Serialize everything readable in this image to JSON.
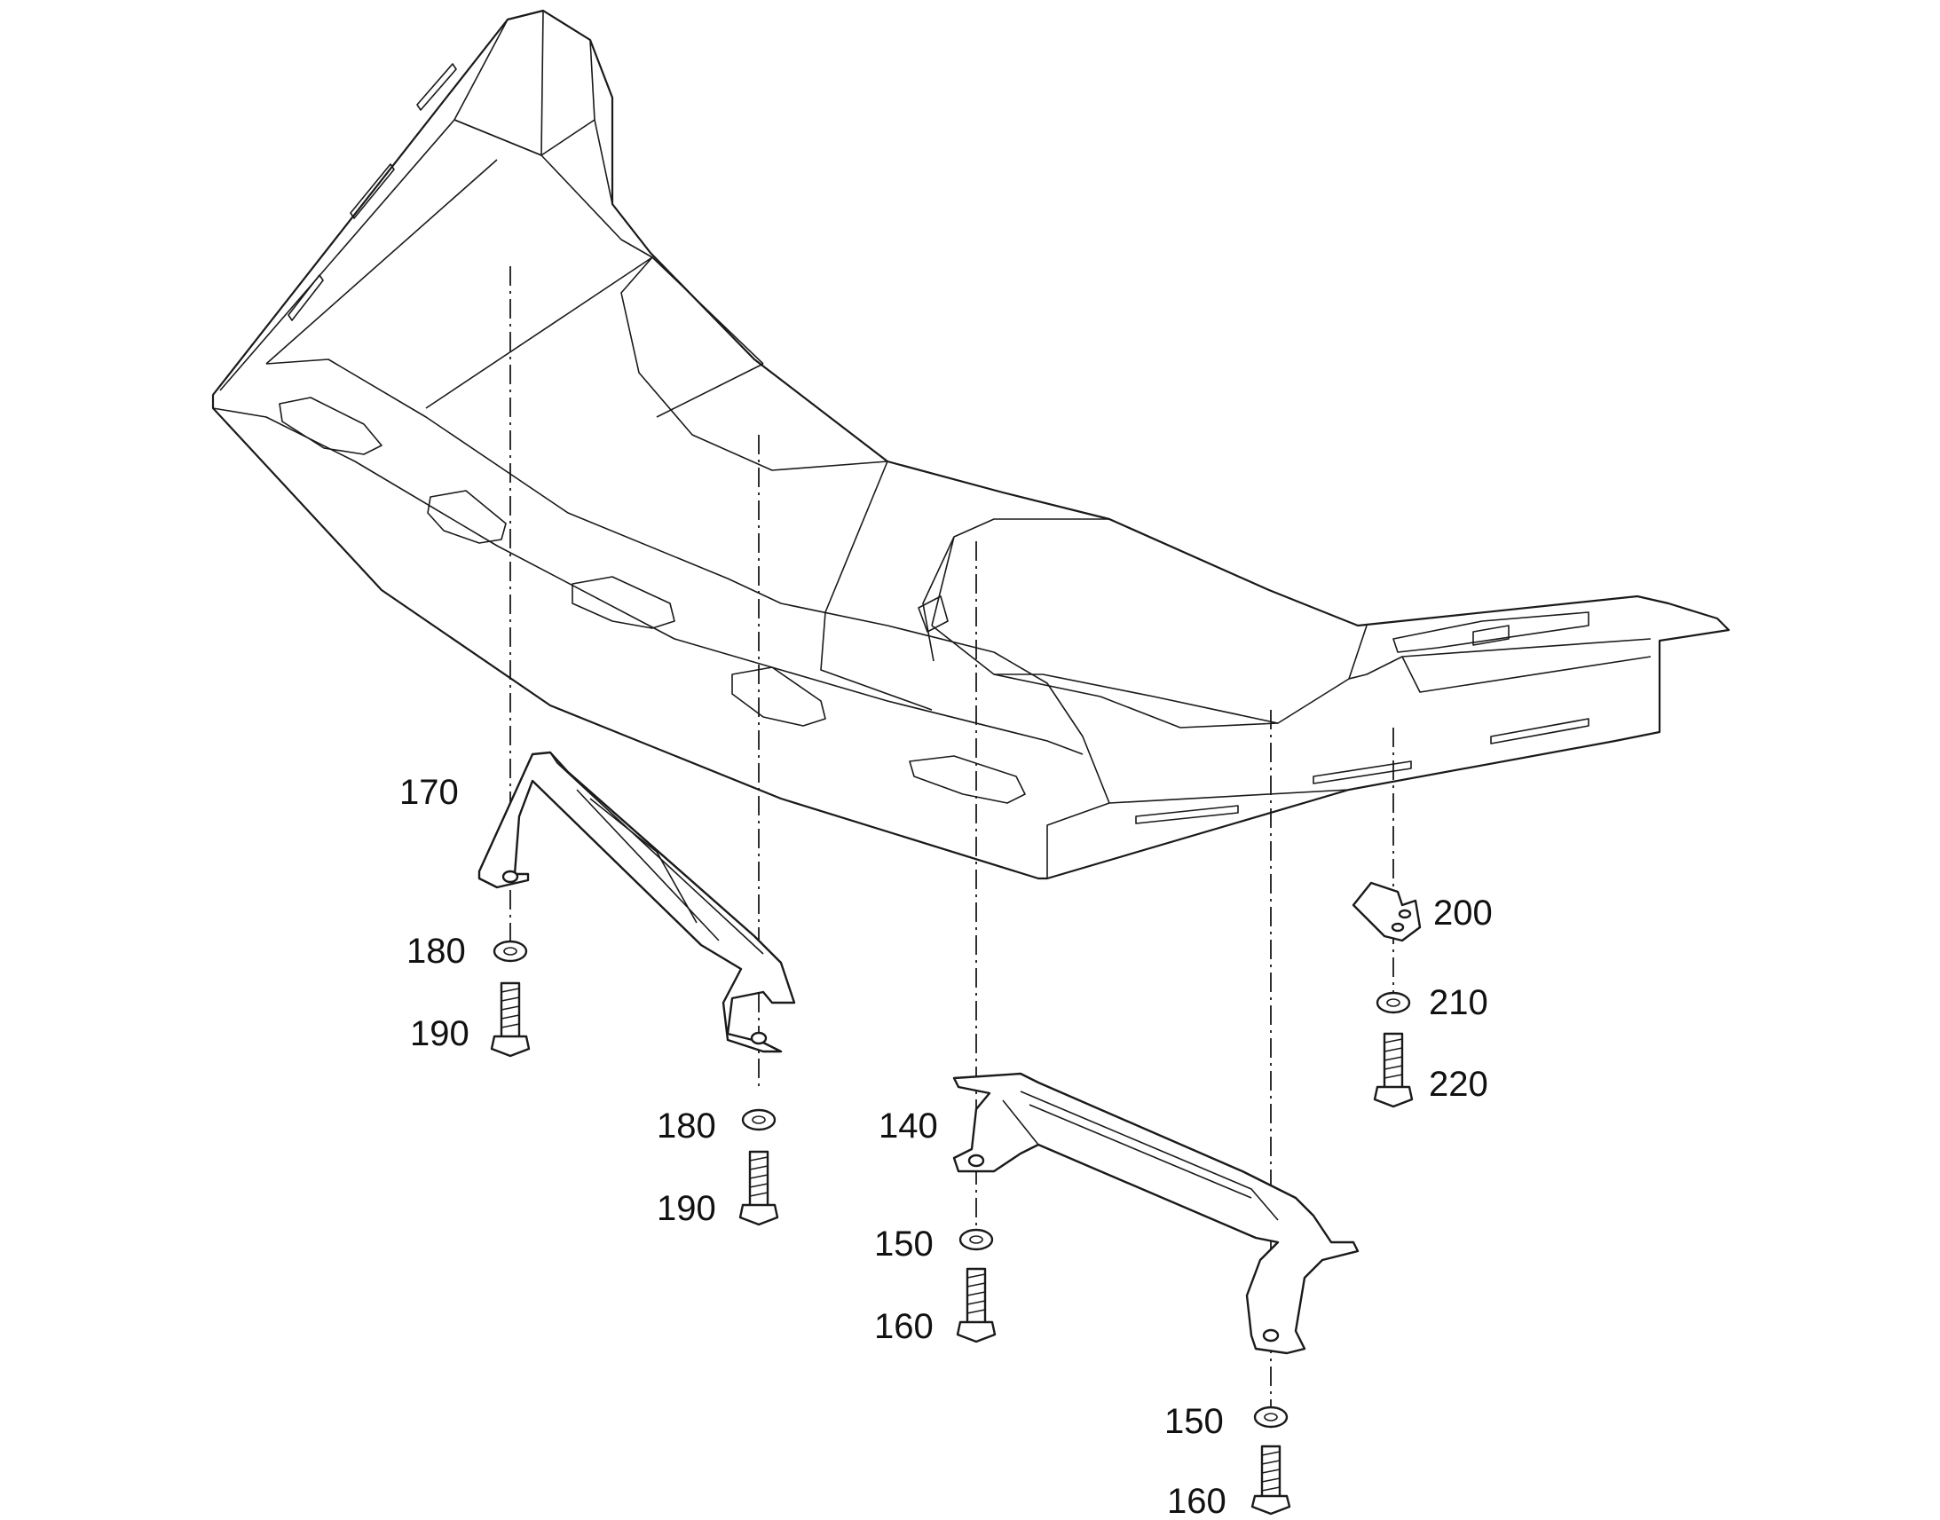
{
  "callouts": {
    "c170": "170",
    "c180a": "180",
    "c190a": "190",
    "c180b": "180",
    "c190b": "190",
    "c140": "140",
    "c150a": "150",
    "c160a": "160",
    "c150b": "150",
    "c160b": "160",
    "c200": "200",
    "c210": "210",
    "c220": "220"
  },
  "colors": {
    "line": "#1a1a1a",
    "background": "#ffffff"
  }
}
